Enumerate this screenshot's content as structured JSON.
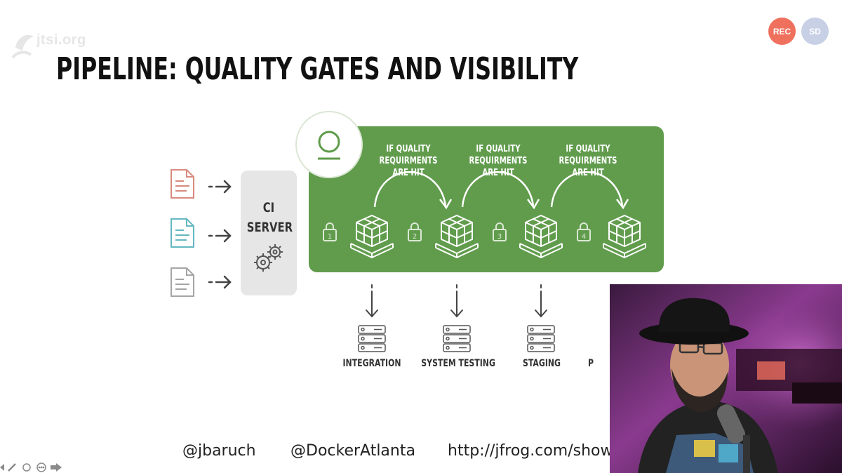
{
  "conference": {
    "logo_text": "jtsi.org",
    "rec_label": "REC",
    "avatar_initials": "SD"
  },
  "slide": {
    "title": "PIPELINE: QUALITY GATES AND VISIBILITY",
    "ci_server": {
      "line1": "CI",
      "line2": "SERVER"
    },
    "quality_condition": {
      "line1": "IF QUALITY",
      "line2": "REQUIRMENTS ARE HIT"
    },
    "gates": [
      {
        "number": "1"
      },
      {
        "number": "2"
      },
      {
        "number": "3"
      },
      {
        "number": "4"
      }
    ],
    "stages": [
      {
        "label": "INTEGRATION"
      },
      {
        "label": "SYSTEM TESTING"
      },
      {
        "label": "STAGING"
      },
      {
        "label": "P"
      }
    ],
    "footer": {
      "twitter_speaker": "@jbaruch",
      "twitter_meetup": "@DockerAtlanta",
      "url": "http://jfrog.com/show"
    },
    "colors": {
      "pipeline_green": "#609c4c",
      "rec_red": "#ee705d",
      "avatar_blue": "#c8d0e6"
    }
  },
  "webcam": {
    "description_icon": "presenter-video-icon"
  },
  "toolbar": {
    "icons": [
      "previous-icon",
      "pen-icon",
      "search-icon",
      "more-icon",
      "next-icon"
    ]
  }
}
